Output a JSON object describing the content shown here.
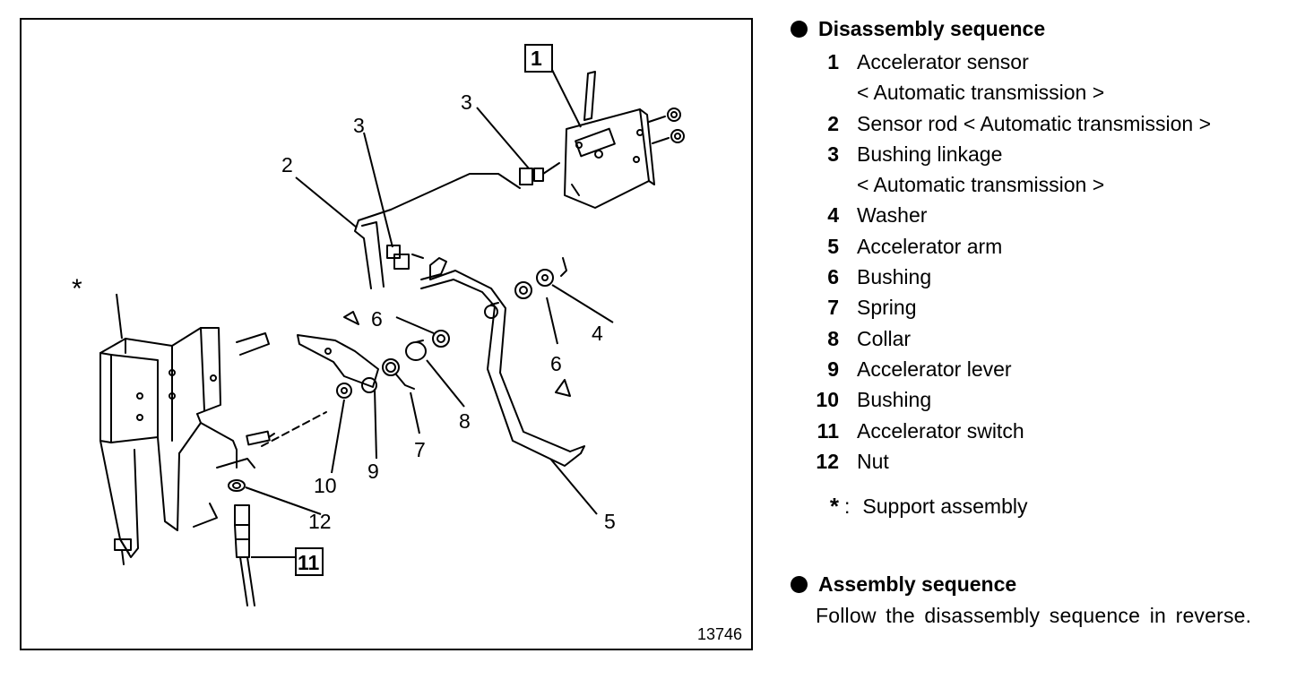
{
  "diagram": {
    "figure_number": "13746",
    "callouts": {
      "c1": "1",
      "c2": "2",
      "c3a": "3",
      "c3b": "3",
      "c4": "4",
      "c5": "5",
      "c6a": "6",
      "c6b": "6",
      "c7": "7",
      "c8": "8",
      "c9": "9",
      "c10": "10",
      "c11": "11",
      "c12": "12",
      "cstar": "*"
    }
  },
  "disassembly": {
    "heading": "Disassembly sequence",
    "items": [
      {
        "num": "1",
        "label": "Accelerator sensor",
        "sub": "< Automatic transmission >"
      },
      {
        "num": "2",
        "label": "Sensor rod < Automatic transmission >"
      },
      {
        "num": "3",
        "label": "Bushing linkage",
        "sub": "< Automatic transmission >"
      },
      {
        "num": "4",
        "label": "Washer"
      },
      {
        "num": "5",
        "label": "Accelerator arm"
      },
      {
        "num": "6",
        "label": "Bushing"
      },
      {
        "num": "7",
        "label": "Spring"
      },
      {
        "num": "8",
        "label": "Collar"
      },
      {
        "num": "9",
        "label": "Accelerator lever"
      },
      {
        "num": "10",
        "label": "Bushing"
      },
      {
        "num": "11",
        "label": "Accelerator switch"
      },
      {
        "num": "12",
        "label": "Nut"
      }
    ],
    "note_symbol": "*",
    "note_sep": ":",
    "note_text": "Support assembly"
  },
  "assembly": {
    "heading": "Assembly sequence",
    "text": "Follow the disassembly sequence in reverse."
  }
}
